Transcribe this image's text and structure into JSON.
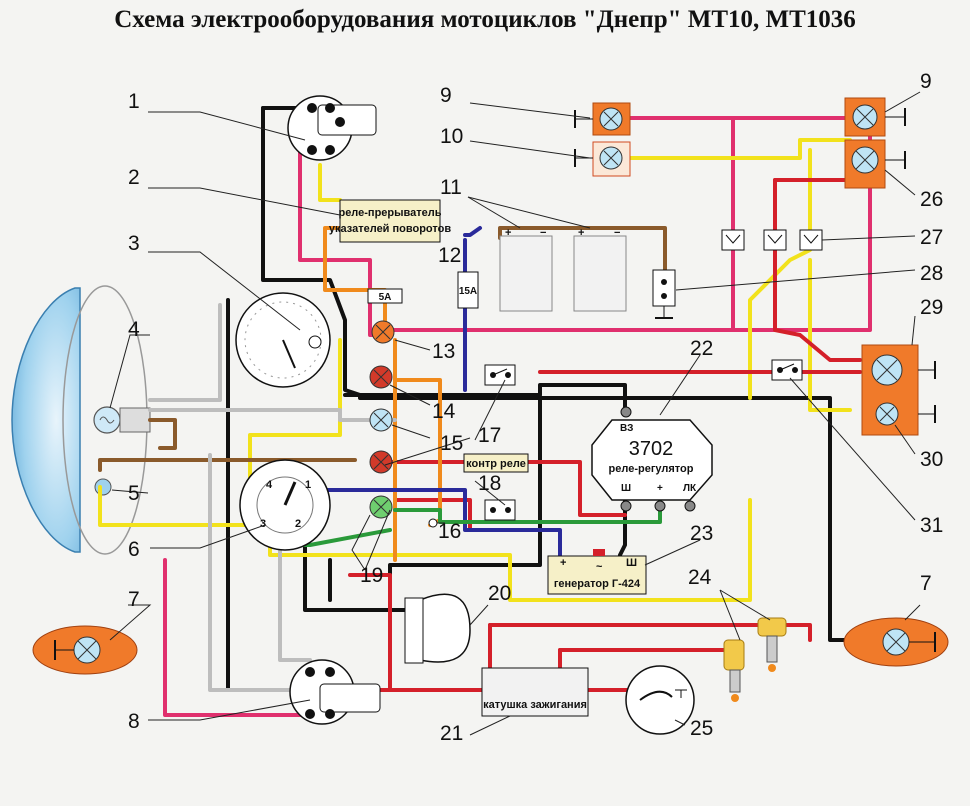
{
  "title": "Схема электрооборудования мотоциклов \"Днепр\" МТ10, МТ1036",
  "labels": {
    "relay_breaker_1": "реле-прерыватель",
    "relay_breaker_2": "указателей поворотов",
    "fuse_5a": "5А",
    "fuse_15a": "15А",
    "relay_control": "контр реле",
    "regulator_model": "3702",
    "regulator_name": "реле-регулятор",
    "generator": "генератор Г-424",
    "ignition_coil": "катушка зажигания",
    "reg_vz": "ВЗ",
    "reg_sh": "Ш",
    "reg_plus": "+",
    "reg_lk": "ЛК",
    "gen_plus": "+",
    "gen_sh": "Ш",
    "gen_tilde": "~",
    "sw_1": "1",
    "sw_2": "2",
    "sw_3": "3",
    "sw_4": "4",
    "batt_plus_1": "+",
    "batt_minus_1": "−",
    "batt_plus_2": "+",
    "batt_minus_2": "−"
  },
  "callouts": {
    "n1": "1",
    "n2": "2",
    "n3": "3",
    "n4": "4",
    "n5": "5",
    "n6": "6",
    "n7l": "7",
    "n7r": "7",
    "n8": "8",
    "n9l": "9",
    "n9r": "9",
    "n10": "10",
    "n11": "11",
    "n12": "12",
    "n13": "13",
    "n14": "14",
    "n15": "15",
    "n16": "16",
    "n17": "17",
    "n18": "18",
    "n19": "19",
    "n20": "20",
    "n21": "21",
    "n22": "22",
    "n23": "23",
    "n24": "24",
    "n25": "25",
    "n26": "26",
    "n27": "27",
    "n28": "28",
    "n29": "29",
    "n30": "30",
    "n31": "31"
  },
  "colors": {
    "black": "#111111",
    "red": "#d4202a",
    "pink": "#e0306e",
    "yellow": "#f2e21c",
    "brown": "#8a5a2b",
    "orange": "#f08a1c",
    "blue": "#2a2a9a",
    "green": "#2a9a3a",
    "grey": "#bdbdbd",
    "lamp_orange": "#f07a2a",
    "lamp_blue": "#bfe4f5",
    "lamp_red": "#d23a2a",
    "lamp_green": "#6fcf6f",
    "headlight": "#7fc2e6"
  }
}
